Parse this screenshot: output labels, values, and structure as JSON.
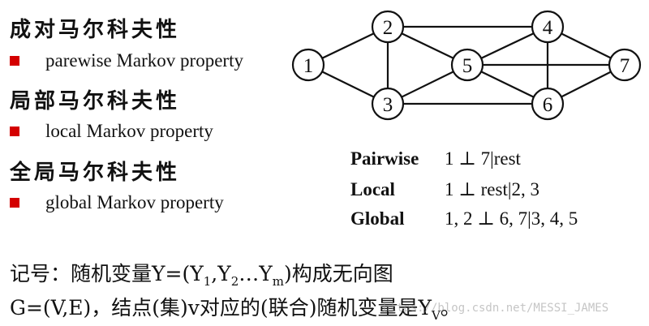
{
  "sections": [
    {
      "heading": "成对马尔科夫性",
      "bullet": "parewise Markov property"
    },
    {
      "heading": "局部马尔科夫性",
      "bullet": "local Markov property"
    },
    {
      "heading": "全局马尔科夫性",
      "bullet": "global Markov property"
    }
  ],
  "graph": {
    "nodes": [
      "1",
      "2",
      "3",
      "4",
      "5",
      "6",
      "7"
    ],
    "edges": [
      [
        "1",
        "2"
      ],
      [
        "1",
        "3"
      ],
      [
        "2",
        "3"
      ],
      [
        "2",
        "5"
      ],
      [
        "3",
        "5"
      ],
      [
        "2",
        "4"
      ],
      [
        "3",
        "6"
      ],
      [
        "4",
        "5"
      ],
      [
        "4",
        "6"
      ],
      [
        "5",
        "6"
      ],
      [
        "5",
        "7"
      ],
      [
        "4",
        "7"
      ],
      [
        "6",
        "7"
      ]
    ]
  },
  "properties": [
    {
      "name": "Pairwise",
      "statement": "1 ⊥ 7|rest"
    },
    {
      "name": "Local",
      "statement": "1 ⊥ rest|2, 3"
    },
    {
      "name": "Global",
      "statement": "1, 2 ⊥ 6, 7|3, 4, 5"
    }
  ],
  "notation": {
    "line1_a": "记号：随机变量Y=(Y",
    "line1_sub1": "1",
    "line1_b": ",Y",
    "line1_sub2": "2",
    "line1_c": "…Y",
    "line1_sub3": "m",
    "line1_d": ")构成无向图",
    "line2_a": "G=(V,E)，结点(集)v对应的(联合)随机变量是Y",
    "line2_sub": "V",
    "line2_b": "。"
  },
  "watermark": "https://blog.csdn.net/MESSI_JAMES"
}
